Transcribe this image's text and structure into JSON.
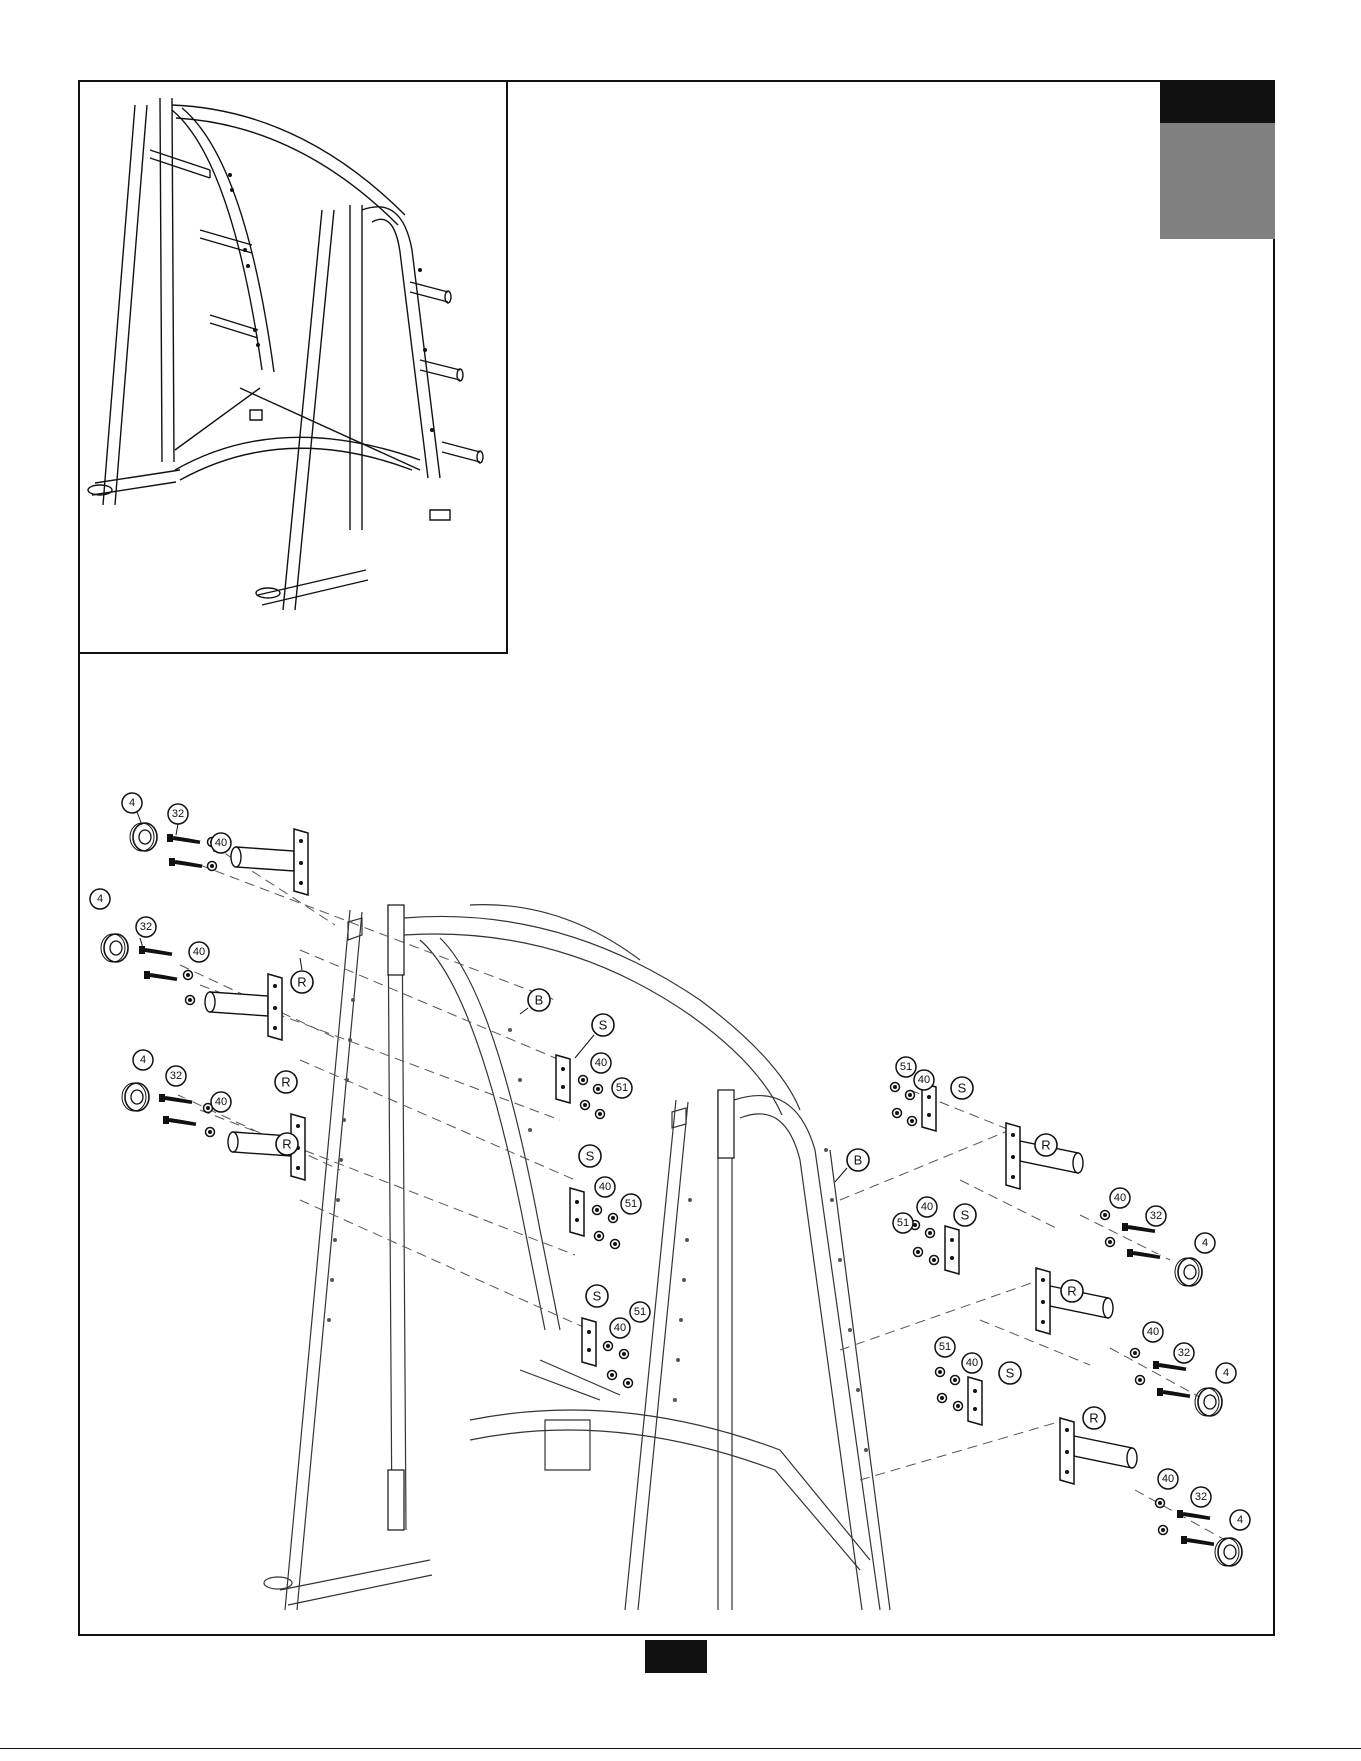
{
  "page": {
    "page_number": "",
    "accent_black": "#111111",
    "accent_grey": "#808080"
  },
  "inset": {
    "illustration": "assembled-power-rack-icon"
  },
  "callouts": {
    "washer": "4",
    "bolt": "32",
    "lock_washer": "40",
    "nut": "51",
    "plate_holder": "R",
    "spacer_plate": "S",
    "frame_arch": "B"
  }
}
